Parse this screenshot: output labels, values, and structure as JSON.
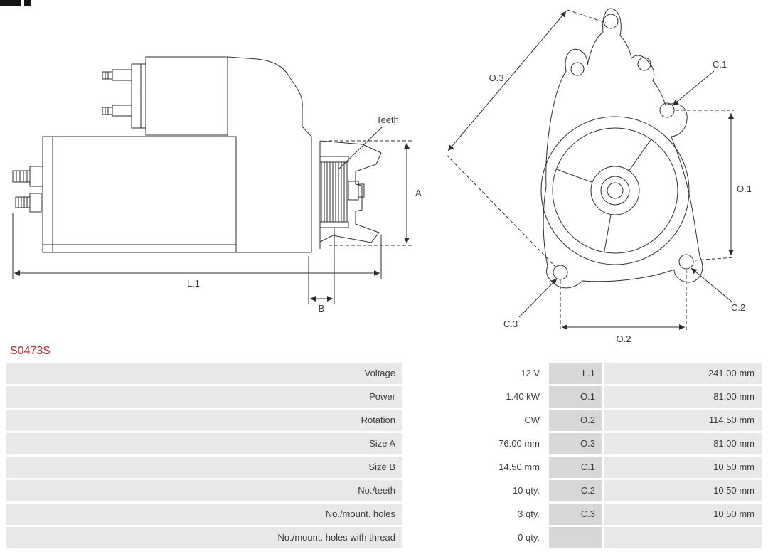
{
  "part_number": "S0473S",
  "colors": {
    "part_number_red": "#cc2128",
    "cell_label_bg": "#e8e8e8",
    "cell_dim_bg": "#d7d7d7",
    "drawing_line": "#2e2e2e",
    "text": "#3a3a3a"
  },
  "drawing": {
    "side_view": {
      "teeth_label": "Teeth",
      "dim_a": "A",
      "dim_l1": "L.1",
      "dim_b": "B"
    },
    "front_view": {
      "dim_o1": "O.1",
      "dim_o2": "O.2",
      "dim_o3": "O.3",
      "dim_c1": "C.1",
      "dim_c2": "C.2",
      "dim_c3": "C.3"
    }
  },
  "spec_table": {
    "rows": [
      {
        "label": "Voltage",
        "value": "12 V",
        "dim": "L.1",
        "dim_value": "241.00 mm"
      },
      {
        "label": "Power",
        "value": "1.40 kW",
        "dim": "O.1",
        "dim_value": "81.00 mm"
      },
      {
        "label": "Rotation",
        "value": "CW",
        "dim": "O.2",
        "dim_value": "114.50 mm"
      },
      {
        "label": "Size A",
        "value": "76.00 mm",
        "dim": "O.3",
        "dim_value": "81.00 mm"
      },
      {
        "label": "Size B",
        "value": "14.50 mm",
        "dim": "C.1",
        "dim_value": "10.50 mm"
      },
      {
        "label": "No./teeth",
        "value": "10 qty.",
        "dim": "C.2",
        "dim_value": "10.50 mm"
      },
      {
        "label": "No./mount. holes",
        "value": "3 qty.",
        "dim": "C.3",
        "dim_value": "10.50 mm"
      },
      {
        "label": "No./mount. holes with thread",
        "value": "0 qty.",
        "dim": "",
        "dim_value": ""
      }
    ]
  }
}
